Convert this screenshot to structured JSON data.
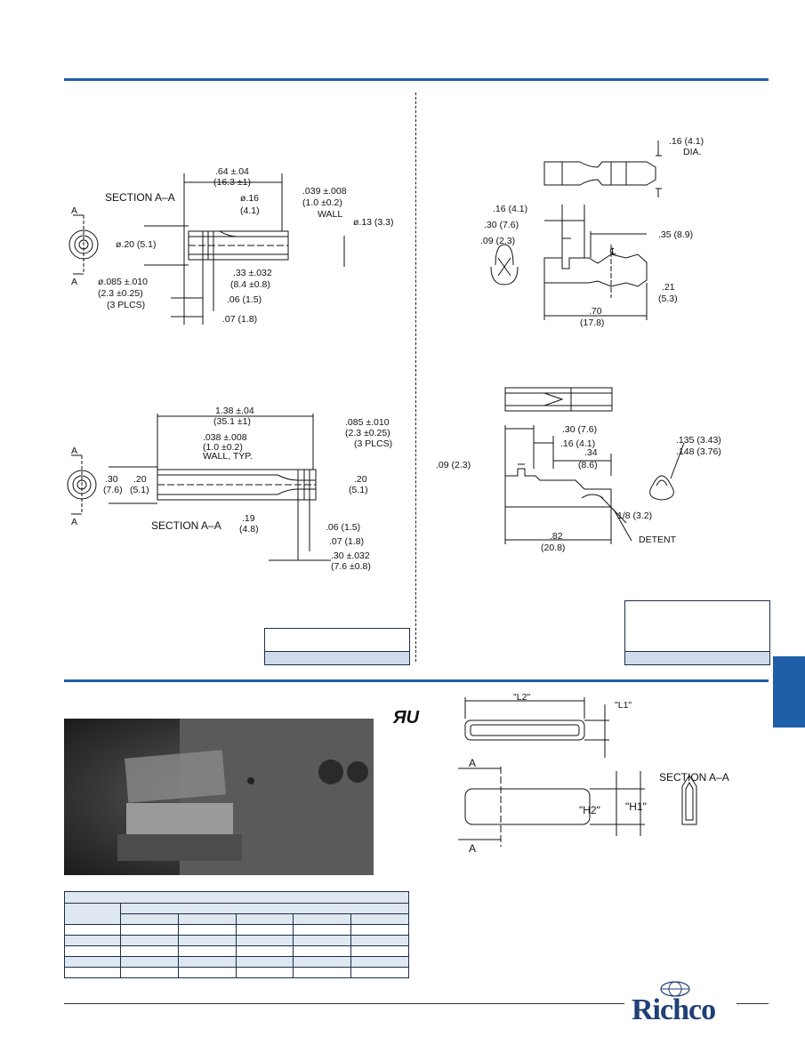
{
  "top_left": {
    "section_label": "SECTION A–A",
    "a_top": "A",
    "a_bottom": "A",
    "dims": {
      "overall": ".64 ±.04",
      "overall_mm": "(16.3 ±1)",
      "dia16": "ø.16",
      "dia16_mm": "(4.1)",
      "wall": ".039 ±.008",
      "wall_mm": "(1.0 ±0.2)",
      "wall_word": "WALL",
      "dia13": "ø.13 (3.3)",
      "dia20": "ø.20 (5.1)",
      "dia085": "ø.085 ±.010",
      "dia085_mm": "(2.3 ±0.25)",
      "plcs": "(3 PLCS)",
      "len33": ".33 ±.032",
      "len33_mm": "(8.4 ±0.8)",
      "d06": ".06 (1.5)",
      "d07": ".07 (1.8)"
    }
  },
  "mid_left": {
    "section_label": "SECTION A–A",
    "a_top": "A",
    "a_bottom": "A",
    "dims": {
      "overall": "1.38 ±.04",
      "overall_mm": "(35.1 ±1)",
      "wall": ".038 ±.008",
      "wall_mm": "(1.0 ±0.2)",
      "wall_typ": "WALL, TYP.",
      "dia085": ".085 ±.010",
      "dia085_mm": "(2.3 ±0.25)",
      "plcs": "(3 PLCS)",
      "od30": ".30",
      "od30_mm": "(7.6)",
      "od20": ".20",
      "od20_mm": "(5.1)",
      "r20": ".20",
      "r20_mm": "(5.1)",
      "d19": ".19",
      "d19_mm": "(4.8)",
      "d06": ".06 (1.5)",
      "d07": ".07 (1.8)",
      "d30": ".30 ±.032",
      "d30_mm": "(7.6 ±0.8)"
    }
  },
  "top_right": {
    "dims": {
      "dia16": ".16 (4.1)",
      "dia_word": "DIA.",
      "d16": ".16 (4.1)",
      "d30": ".30 (7.6)",
      "d09": ".09 (2.3)",
      "d35": ".35 (8.9)",
      "cl": "℄",
      "d21": ".21",
      "d21_mm": "(5.3)",
      "d70": ".70",
      "d70_mm": "(17.8)"
    }
  },
  "mid_right": {
    "dims": {
      "d30": ".30 (7.6)",
      "d16": ".16 (4.1)",
      "d34": ".34",
      "d34_mm": "(8.6)",
      "d09": ".09 (2.3)",
      "d135": ".135 (3.43)",
      "d148": ".148 (3.76)",
      "d18": "1/8 (3.2)",
      "detent": "DETENT",
      "d82": ".82",
      "d82_mm": "(20.8)"
    }
  },
  "bottom_right": {
    "l2": "\"L2\"",
    "l1": "\"L1\"",
    "a_top": "A",
    "a_bottom": "A",
    "h2": "\"H2\"",
    "h1": "\"H1\"",
    "section_label": "SECTION A–A"
  },
  "ul_mark": "ЯU",
  "logo": "Richco",
  "colors": {
    "accent": "#1f5fa8",
    "band": "#cfdbea",
    "ink": "#111111"
  }
}
